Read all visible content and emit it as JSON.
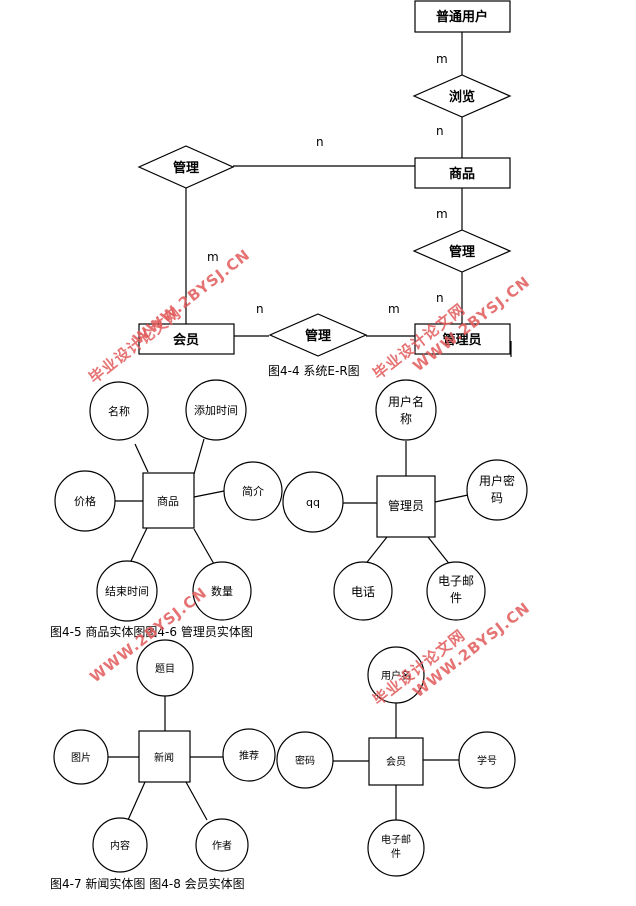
{
  "diagram1": {
    "entities": {
      "putong_user": "普通用户",
      "shangpin": "商品",
      "huiyuan": "会员",
      "guanliyuan": "管理员"
    },
    "relations": {
      "liulan": "浏览",
      "guanli_left": "管理",
      "guanli_right": "管理",
      "guanli_bottom": "管理"
    },
    "cardinalities": {
      "m_top": "m",
      "n_browse": "n",
      "n_left": "n",
      "m_right": "m",
      "n_right": "n",
      "m_left": "m",
      "n_bottom": "n",
      "m_bottom": "m"
    },
    "caption": "图4-4 系统E-R图"
  },
  "diagram2": {
    "entity": "商品",
    "attributes": {
      "mingcheng": "名称",
      "tianjia": "添加时间",
      "jiage": "价格",
      "jianjie": "简介",
      "jieshu": "结束时间",
      "shuliang": "数量"
    }
  },
  "diagram3": {
    "entity": "管理员",
    "attributes": {
      "username_l1": "用户名",
      "username_l2": "称",
      "qq": "qq",
      "password_l1": "用户密",
      "password_l2": "码",
      "dianhua": "电话",
      "email_l1": "电子邮",
      "email_l2": "件"
    }
  },
  "caption_row2": "图4-5 商品实体图图4-6 管理员实体图",
  "diagram4": {
    "entity": "新闻",
    "attributes": {
      "timu": "题目",
      "tupian": "图片",
      "tuijian": "推荐",
      "neirong": "内容",
      "zuozhe": "作者"
    }
  },
  "diagram5": {
    "entity": "会员",
    "attributes": {
      "yonghuming": "用户名",
      "mima": "密码",
      "xuehao": "学号",
      "email_l1": "电子邮",
      "email_l2": "件"
    }
  },
  "caption_row3": "图4-7 新闻实体图 图4-8 会员实体图",
  "watermark": {
    "cn": "毕业设计论文网",
    "url": "WWW.2BYSJ.CN",
    "color": "#e25b5b"
  }
}
